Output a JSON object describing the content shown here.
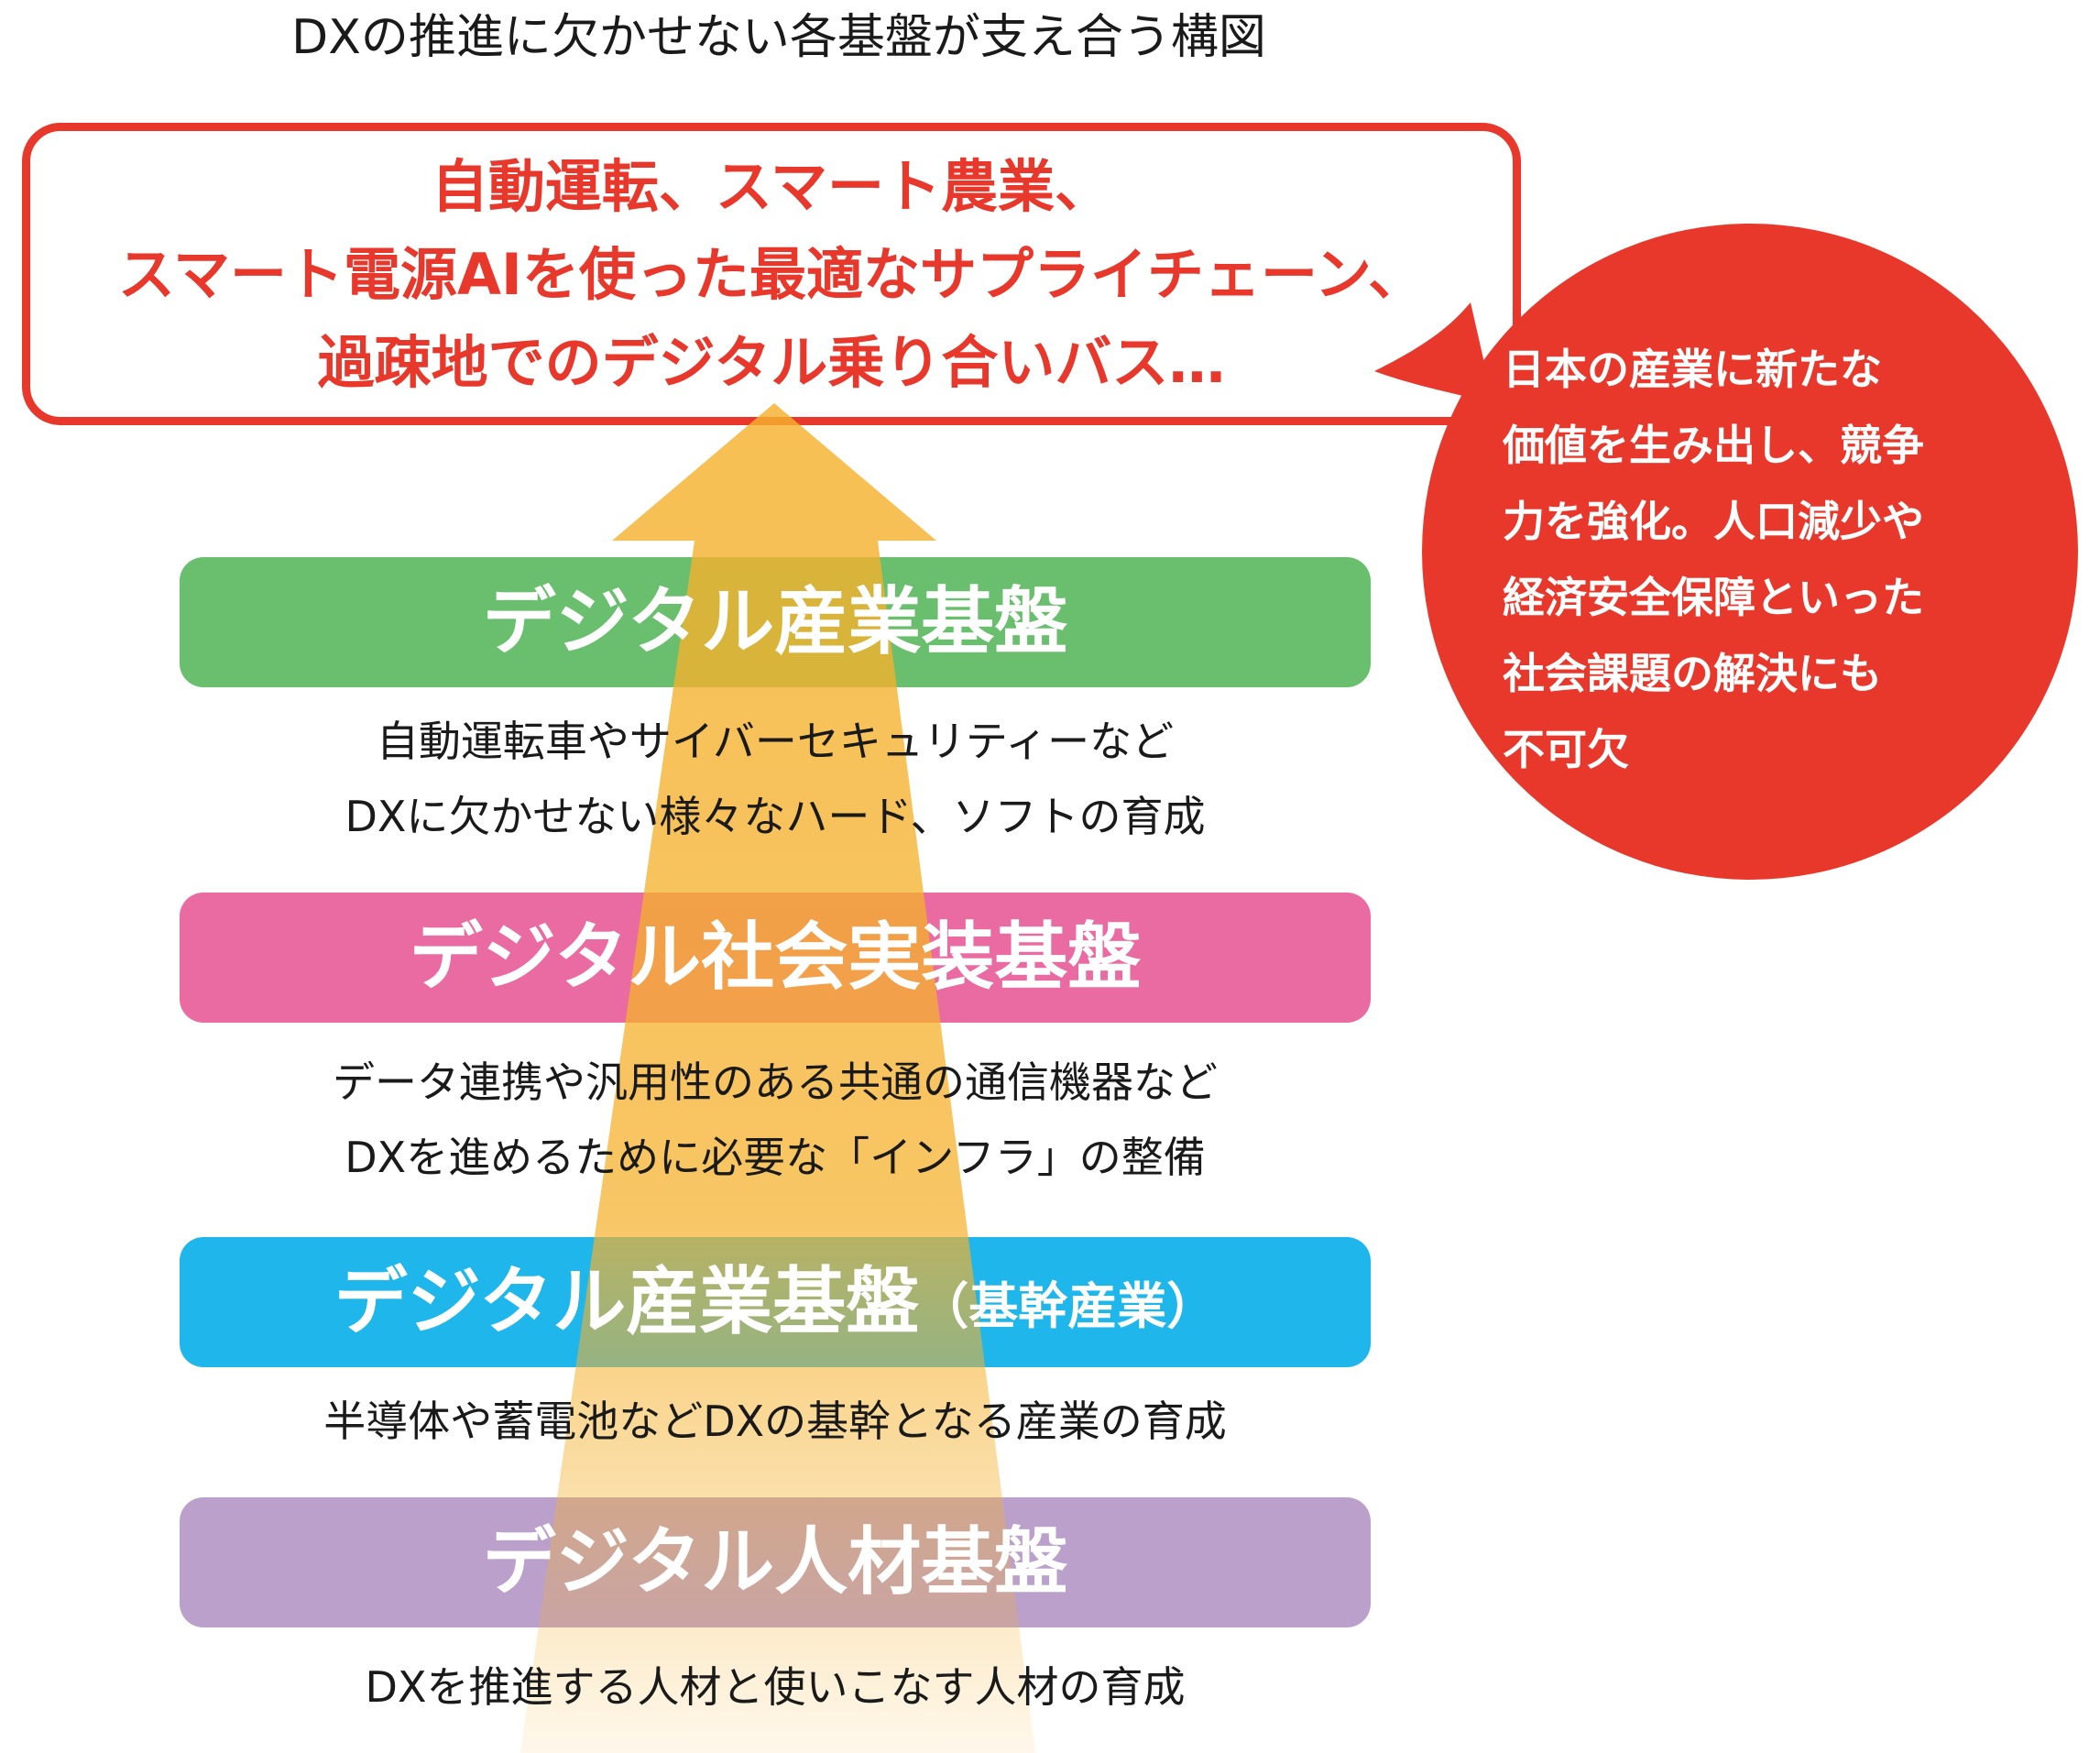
{
  "title": "DXの推進に欠かせない各基盤が支え合う構図",
  "goal": {
    "lines": [
      "自動運転、スマート農業、",
      "スマート電源AIを使った最適なサプライチェーン、",
      "過疎地でのデジタル乗り合いバス…"
    ],
    "color": "#e8382c"
  },
  "bubble": {
    "lines": [
      "日本の産業に新たな",
      "価値を生み出し、競争",
      "力を強化。人口減少や",
      "経済安全保障といった",
      "社会課題の解決にも",
      "不可欠"
    ],
    "color": "#e8382c"
  },
  "layers": [
    {
      "title": "デジタル産業基盤",
      "title_suffix": "",
      "color": "#69bf6e",
      "description": [
        "自動運転車やサイバーセキュリティーなど",
        "DXに欠かせない様々なハード、ソフトの育成"
      ]
    },
    {
      "title": "デジタル社会実装基盤",
      "title_suffix": "",
      "color": "#ea6aa2",
      "description": [
        "データ連携や汎用性のある共通の通信機器など",
        "DXを進めるために必要な「インフラ」の整備"
      ]
    },
    {
      "title": "デジタル産業基盤",
      "title_suffix": "（基幹産業）",
      "color": "#1fb6ec",
      "description": [
        "半導体や蓄電池などDXの基幹となる産業の育成"
      ]
    },
    {
      "title": "デジタル人材基盤",
      "title_suffix": "",
      "color": "#baa0cb",
      "description": [
        "DXを推進する人材と使いこなす人材の育成"
      ]
    }
  ],
  "arrow": {
    "color": "#f5b12d"
  }
}
